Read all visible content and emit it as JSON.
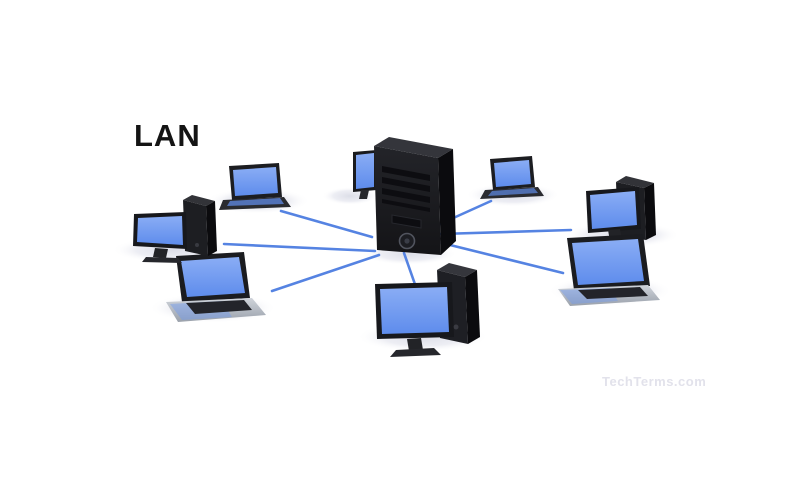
{
  "title": "LAN",
  "watermark": "TechTerms.com",
  "diagram": {
    "type": "star-network-topology",
    "center": {
      "id": "server-tower",
      "kind": "server"
    },
    "nodes": [
      {
        "id": "laptop-top-left",
        "kind": "laptop"
      },
      {
        "id": "monitor-behind-server",
        "kind": "monitor"
      },
      {
        "id": "laptop-top-right",
        "kind": "laptop"
      },
      {
        "id": "desktop-right",
        "kind": "desktop-pc"
      },
      {
        "id": "laptop-right",
        "kind": "laptop"
      },
      {
        "id": "desktop-bottom",
        "kind": "desktop-pc"
      },
      {
        "id": "laptop-left",
        "kind": "laptop"
      },
      {
        "id": "desktop-left",
        "kind": "desktop-pc"
      }
    ],
    "connection_count": 7,
    "colors": {
      "background": "#ffffff",
      "screen_blue": "#6f9af0",
      "cable_blue": "#5583e2",
      "device_dark": "#1c1d21",
      "shadow_gray": "#e7e8ef",
      "title_text": "#141414",
      "watermark_text": "#e2e2eb"
    }
  }
}
